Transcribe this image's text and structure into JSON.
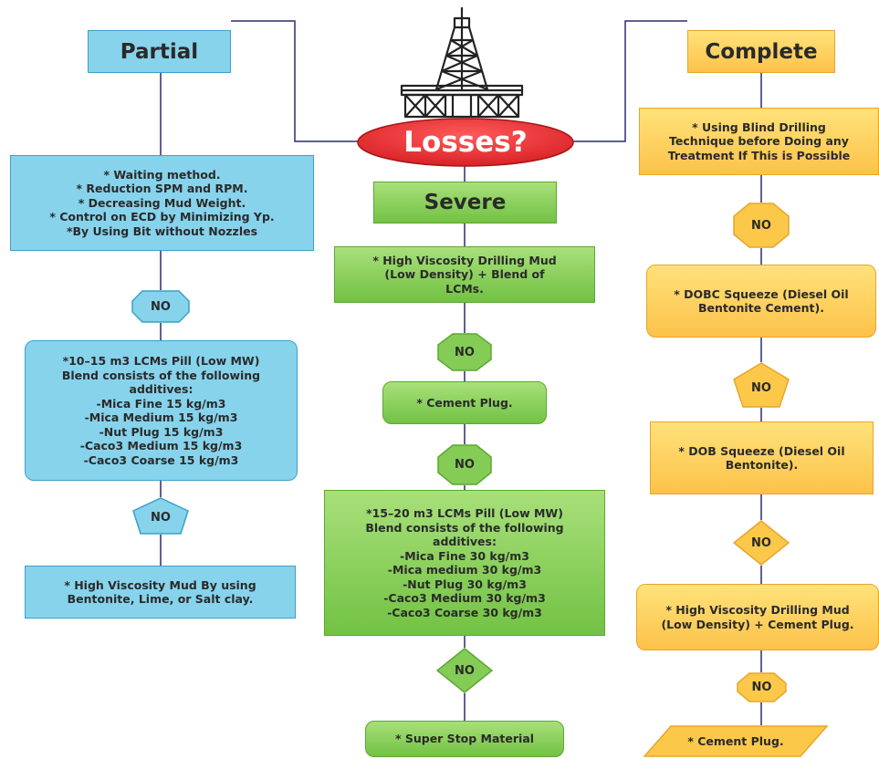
{
  "center": {
    "question": "Losses?"
  },
  "partial": {
    "header": "Partial",
    "methods": [
      "* Waiting method.",
      "* Reduction SPM and RPM.",
      "* Decreasing Mud Weight.",
      "* Control on ECD by Minimizing Yp.",
      "*By Using Bit without Nozzles"
    ],
    "no1": "NO",
    "pill": [
      "*10–15 m3 LCMs Pill (Low MW)",
      "Blend consists of the following",
      "additives:",
      "-Mica Fine 15 kg/m3",
      "-Mica Medium 15 kg/m3",
      "-Nut Plug 15 kg/m3",
      "-Caco3 Medium 15 kg/m3",
      "-Caco3 Coarse 15 kg/m3"
    ],
    "no2": "NO",
    "final": [
      "* High Viscosity Mud By using",
      "Bentonite, Lime, or Salt clay."
    ]
  },
  "severe": {
    "header": "Severe",
    "step1": [
      "* High Viscosity Drilling Mud",
      "(Low Density) + Blend of",
      "LCMs."
    ],
    "no1": "NO",
    "step2": "* Cement Plug.",
    "no2": "NO",
    "pill": [
      "*15–20 m3 LCMs Pill (Low MW)",
      "Blend consists of the following",
      "additives:",
      "-Mica Fine 30 kg/m3",
      "-Mica medium 30 kg/m3",
      "-Nut Plug 30 kg/m3",
      "-Caco3 Medium 30 kg/m3",
      "-Caco3 Coarse 30 kg/m3"
    ],
    "no3": "NO",
    "final": "* Super Stop Material"
  },
  "complete": {
    "header": "Complete",
    "step1": [
      "* Using Blind Drilling",
      "Technique before Doing any",
      "Treatment If This is Possible"
    ],
    "no1": "NO",
    "step2": [
      "* DOBC Squeeze (Diesel Oil",
      "Bentonite Cement)."
    ],
    "no2": "NO",
    "step3": [
      "* DOB Squeeze (Diesel Oil",
      "Bentonite)."
    ],
    "no3": "NO",
    "step4": [
      "* High Viscosity Drilling Mud",
      "(Low Density) + Cement Plug."
    ],
    "no4": "NO",
    "final": "* Cement Plug."
  },
  "colors": {
    "blue": "#87d3ec",
    "green": "#7cc84e",
    "orange": "#fcc84a",
    "red": "#e8262a",
    "line": "#2b2b6e"
  }
}
